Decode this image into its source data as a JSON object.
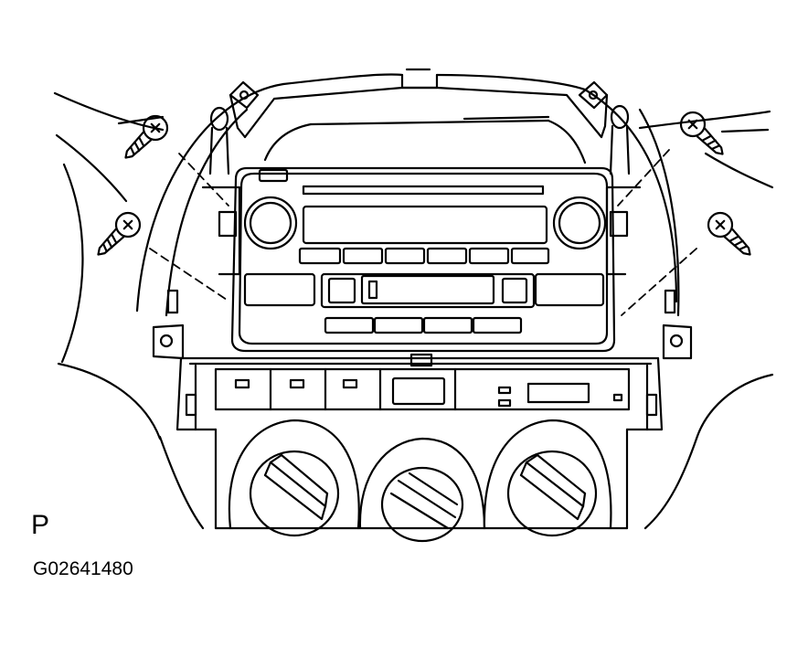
{
  "figure": {
    "view_letter": "P",
    "figure_id": "G02641480"
  },
  "colors": {
    "line": "#000000",
    "background": "#ffffff"
  },
  "parts": {
    "screws": [
      "screw-icon",
      "screw-icon",
      "screw-icon",
      "screw-icon"
    ],
    "radio_unit": "radio-assembly",
    "climate_knobs": [
      "dial-knob-icon",
      "dial-knob-icon",
      "dial-knob-icon"
    ]
  }
}
